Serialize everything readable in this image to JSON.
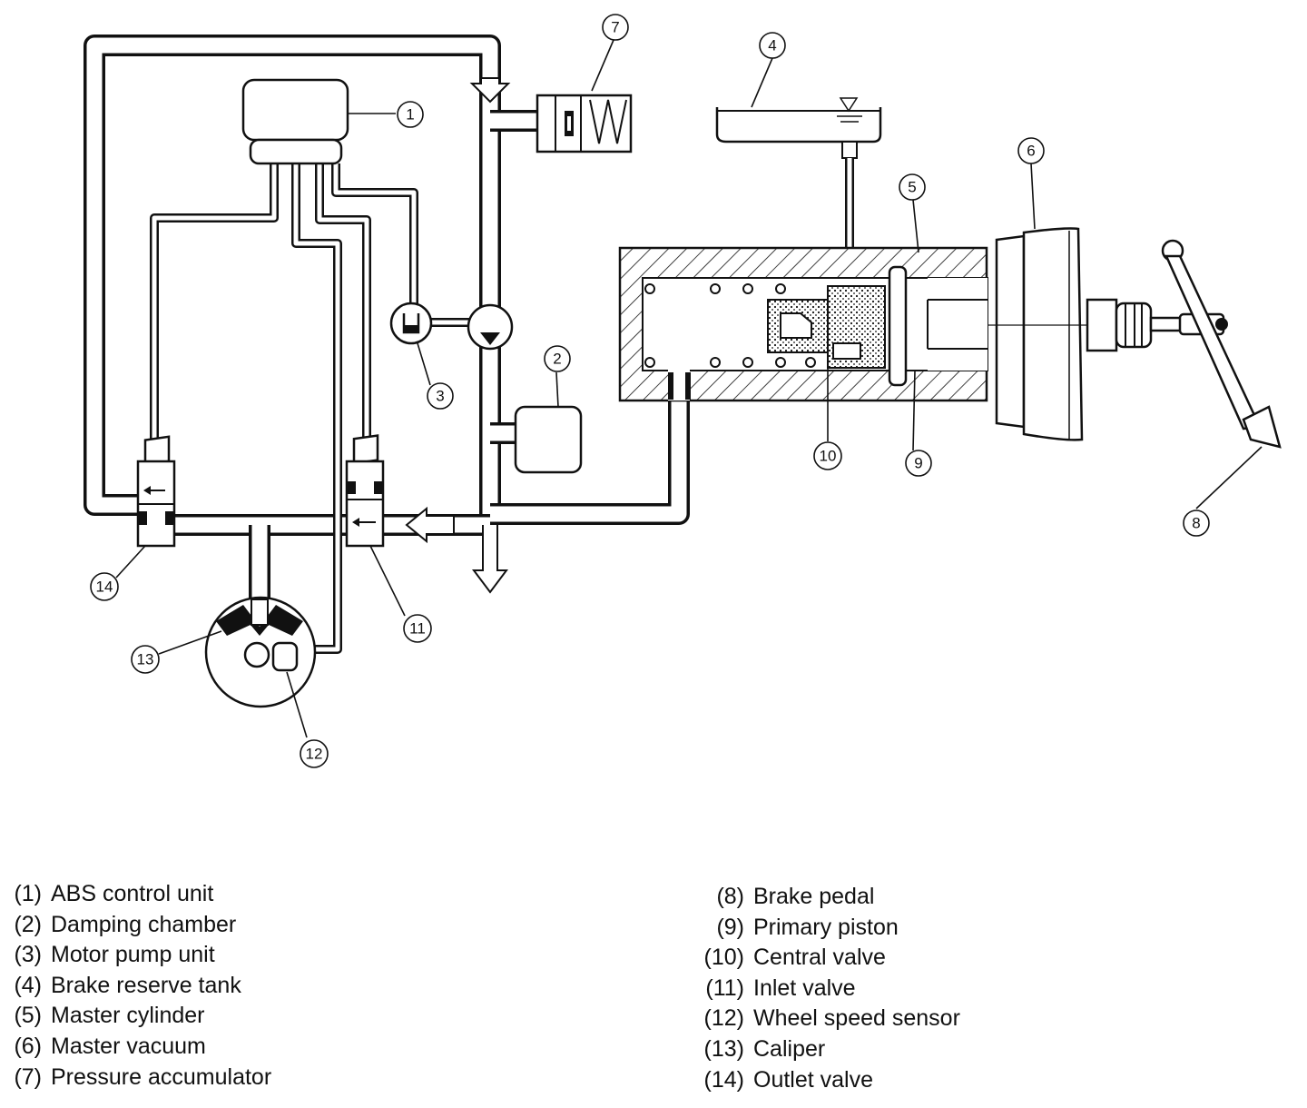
{
  "callouts": {
    "c1": "1",
    "c2": "2",
    "c3": "3",
    "c4": "4",
    "c5": "5",
    "c6": "6",
    "c7": "7",
    "c8": "8",
    "c9": "9",
    "c10": "10",
    "c11": "11",
    "c12": "12",
    "c13": "13",
    "c14": "14"
  },
  "legend": {
    "left": [
      {
        "num": "(1)",
        "label": "ABS control unit"
      },
      {
        "num": "(2)",
        "label": "Damping chamber"
      },
      {
        "num": "(3)",
        "label": "Motor pump unit"
      },
      {
        "num": "(4)",
        "label": "Brake reserve tank"
      },
      {
        "num": "(5)",
        "label": "Master cylinder"
      },
      {
        "num": "(6)",
        "label": "Master vacuum"
      },
      {
        "num": "(7)",
        "label": "Pressure accumulator"
      }
    ],
    "right": [
      {
        "num": "(8)",
        "label": "Brake pedal"
      },
      {
        "num": "(9)",
        "label": "Primary piston"
      },
      {
        "num": "(10)",
        "label": "Central valve"
      },
      {
        "num": "(11)",
        "label": "Inlet valve"
      },
      {
        "num": "(12)",
        "label": "Wheel speed sensor"
      },
      {
        "num": "(13)",
        "label": "Caliper"
      },
      {
        "num": "(14)",
        "label": "Outlet valve"
      }
    ]
  }
}
